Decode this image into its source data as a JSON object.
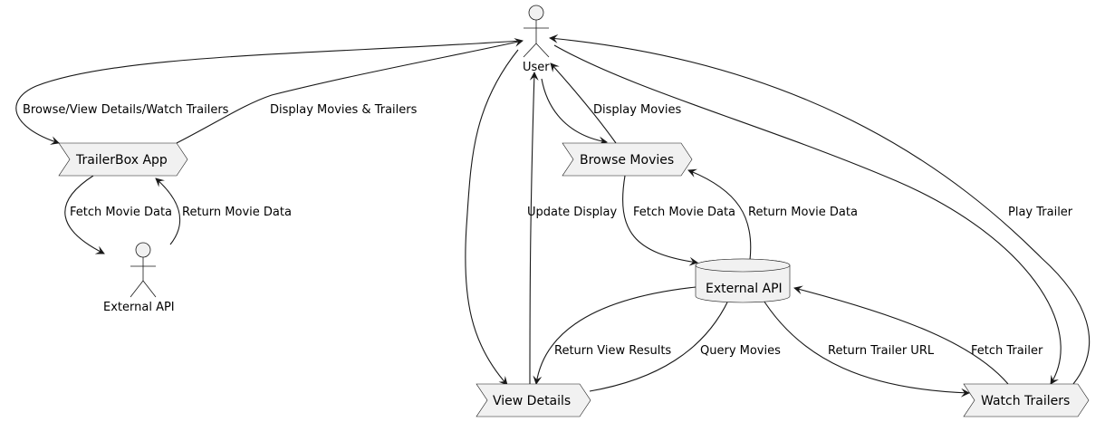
{
  "actors": {
    "user": "User",
    "external_api": "External API"
  },
  "nodes": {
    "trailerbox_app": "TrailerBox App",
    "browse_movies": "Browse Movies",
    "view_details": "View Details",
    "watch_trailers": "Watch Trailers",
    "external_api_db": "External API"
  },
  "edges": {
    "browse_view_watch": "Browse/View Details/Watch Trailers",
    "display_movies_trailers": "Display Movies & Trailers",
    "app_fetch_movie_data": "Fetch Movie Data",
    "app_return_movie_data": "Return Movie Data",
    "display_movies": "Display Movies",
    "update_display": "Update Display",
    "browse_fetch_movie_data": "Fetch Movie Data",
    "browse_return_movie_data": "Return Movie Data",
    "play_trailer": "Play Trailer",
    "return_view_results": "Return View Results",
    "query_movies": "Query Movies",
    "return_trailer_url": "Return Trailer URL",
    "fetch_trailer": "Fetch Trailer"
  }
}
